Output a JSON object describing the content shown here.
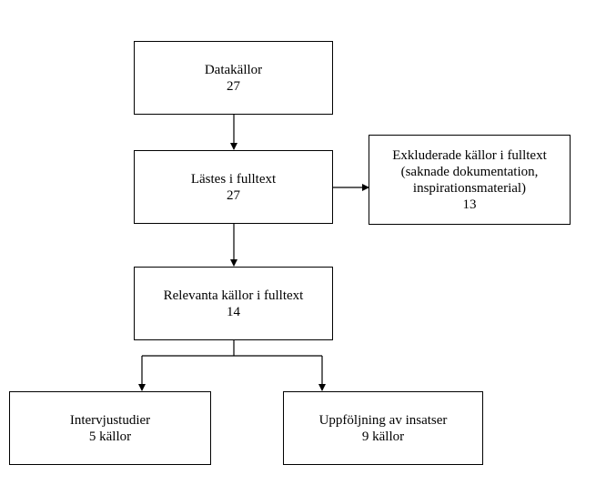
{
  "nodes": {
    "datakallor": {
      "label": "Datakällor",
      "count": "27"
    },
    "lastes": {
      "label": "Lästes i fulltext",
      "count": "27"
    },
    "exkluderade": {
      "line1": "Exkluderade källor i fulltext",
      "line2": "(saknade dokumentation,",
      "line3": "inspirationsmaterial)",
      "count": "13"
    },
    "relevanta": {
      "label": "Relevanta källor i fulltext",
      "count": "14"
    },
    "intervju": {
      "label": "Intervjustudier",
      "count": "5 källor"
    },
    "uppfoljning": {
      "label": "Uppföljning av insatser",
      "count": "9 källor"
    }
  }
}
